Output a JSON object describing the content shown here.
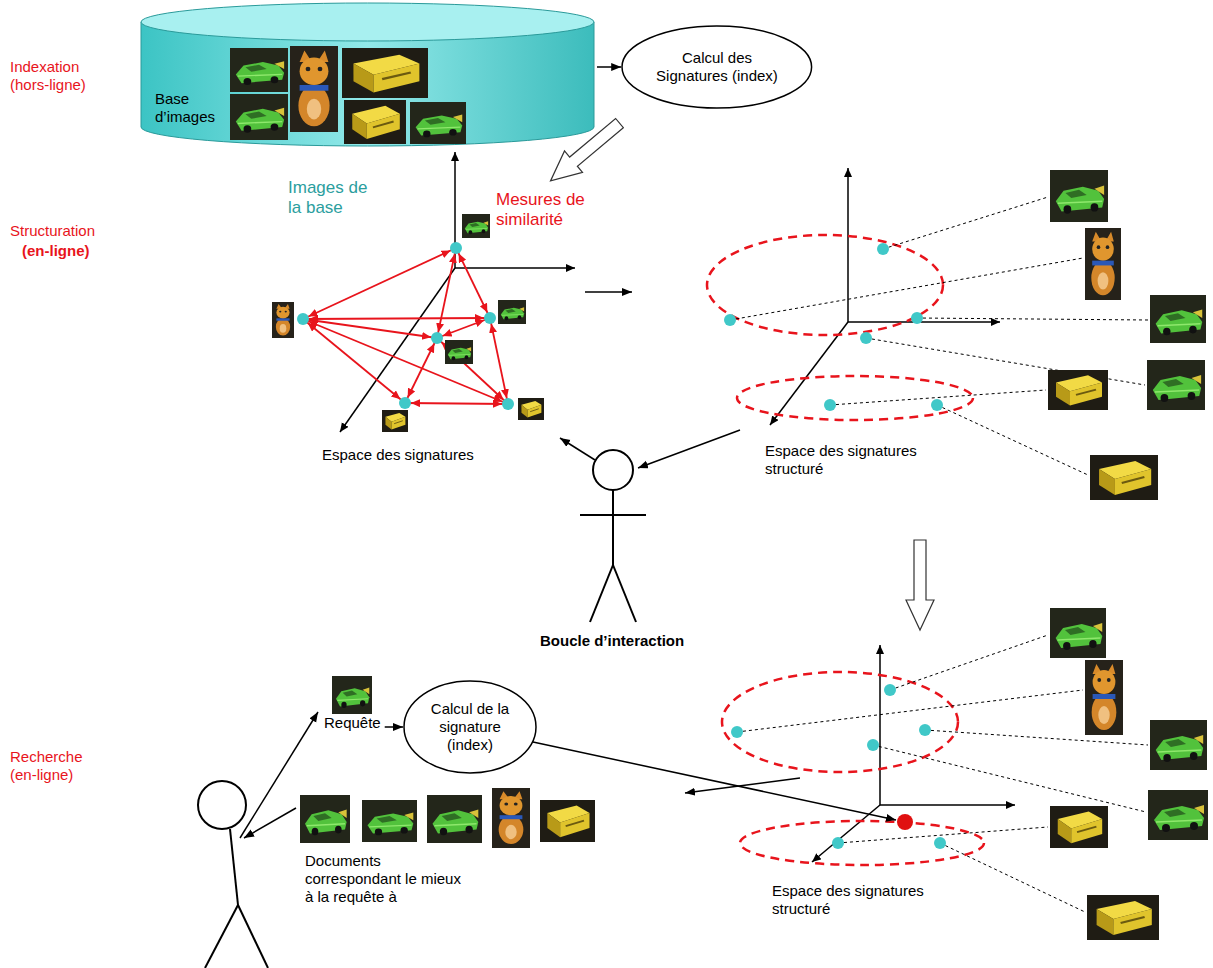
{
  "diagram": {
    "nodes": [
      {
        "text": [
          "Base d’images"
        ]
      },
      {
        "text": [
          "Calcul des Signatures (index)"
        ]
      },
      {
        "text": [
          "Requête"
        ]
      },
      {
        "text": [
          "Calcul de la signature (index)"
        ]
      }
    ],
    "edges": [
      {
        "from": 0,
        "to": 1,
        "arrow": "to"
      },
      {
        "from": 2,
        "to": 3,
        "arrow": "to"
      }
    ],
    "labels": [
      "Indexation (hors-ligne)",
      "Structuration",
      "(en-ligne)",
      "Images de la base",
      "Mesures de similarité",
      "Espace des signatures",
      "Espace des signatures structuré",
      "Boucle d’interaction",
      "Recherche (en-ligne)",
      "Documents correspondant le mieux à la requête à",
      "Espace des signatures structuré"
    ]
  }
}
